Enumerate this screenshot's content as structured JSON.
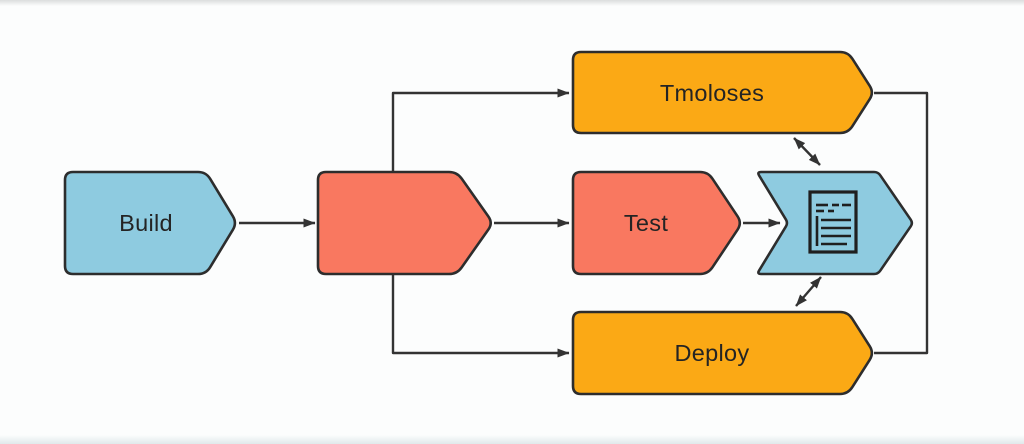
{
  "diagram": {
    "background": "#fcfdfd",
    "colors": {
      "blue": "#8ecbe0",
      "coral": "#f97860",
      "orange": "#fba915",
      "outline": "#2d2d2d",
      "connector": "#333333",
      "text": "#242424"
    },
    "nodes": {
      "build": {
        "label": "Build"
      },
      "stage": {
        "label": ""
      },
      "tmoloses": {
        "label": "Tmoloses"
      },
      "test": {
        "label": "Test"
      },
      "deploy": {
        "label": "Deploy"
      },
      "artifact": {
        "label": "",
        "icon": "document-list-icon"
      }
    }
  }
}
